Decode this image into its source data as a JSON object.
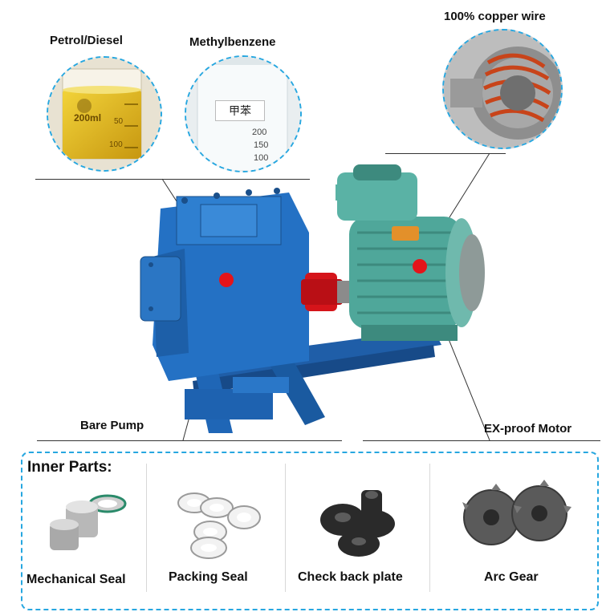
{
  "top_labels": {
    "petrol": "Petrol/Diesel",
    "methyl": "Methylbenzene",
    "copper": "100% copper wire"
  },
  "beaker": {
    "volume": "200ml",
    "mark_50": "50",
    "mark_100": "100"
  },
  "bottle": {
    "label": "甲苯",
    "mark_a": "200",
    "mark_b": "150",
    "mark_c": "100"
  },
  "pump_labels": {
    "bare_pump": "Bare Pump",
    "ex_motor": "EX-proof Motor"
  },
  "inner_parts": {
    "title": "Inner Parts:",
    "items": [
      {
        "label": "Mechanical Seal"
      },
      {
        "label": "Packing Seal"
      },
      {
        "label": "Check back plate"
      },
      {
        "label": "Arc Gear"
      }
    ]
  },
  "colors": {
    "accent": "#27a7e0",
    "pump_blue": "#1f6fbf",
    "motor_green": "#4fa79a",
    "marker_red": "#e4141a"
  }
}
